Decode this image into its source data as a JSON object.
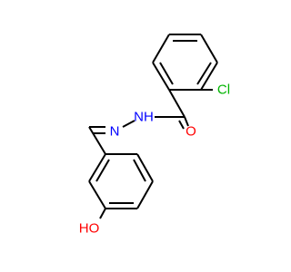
{
  "molecule": {
    "atoms": {
      "cl": "Cl",
      "o_carbonyl": "O",
      "nh": "NH",
      "n_imine": "N",
      "ho": "HO"
    },
    "colors": {
      "bond": "#000000",
      "chlorine": "#00b400",
      "oxygen": "#ff0000",
      "nitrogen": "#0000ff",
      "background": "#ffffff"
    }
  }
}
